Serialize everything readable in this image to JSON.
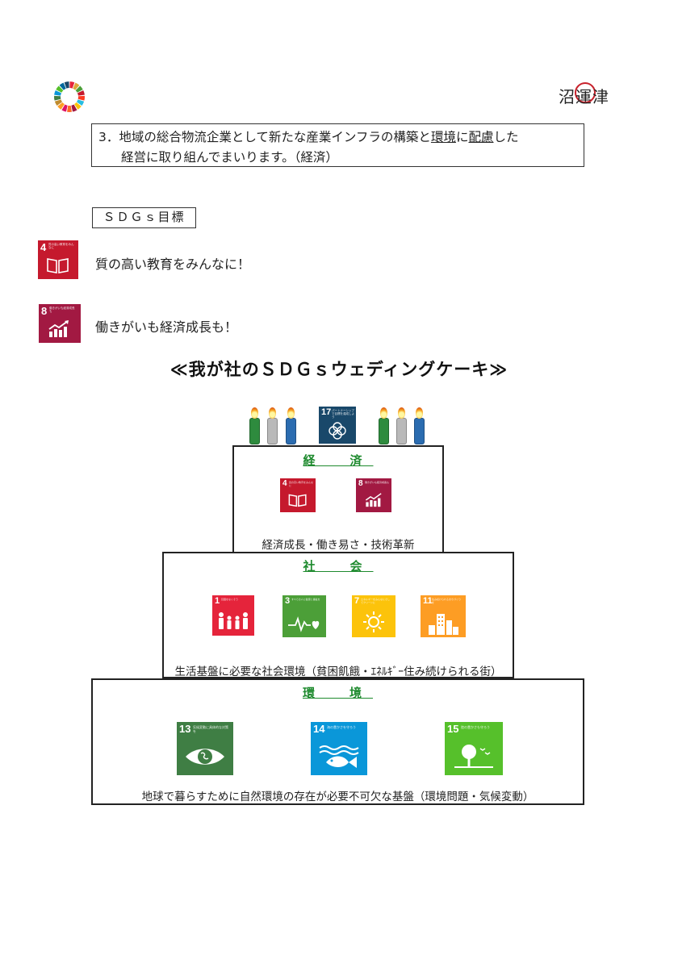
{
  "header": {
    "logo_text": "沼運津"
  },
  "policy": {
    "line1_prefix": "3．地域の総合物流企業として新たな産業インフラの構築と",
    "line1_ul1": "環境",
    "line1_mid": "に",
    "line1_ul2": "配慮",
    "line1_suffix": "した",
    "line2": "経営に取り組んでまいります。（経済）"
  },
  "sdgs_label": "ＳＤＧｓ目標",
  "goals": [
    {
      "number": "4",
      "caption": "質の高い教育をみんなに",
      "text": "質の高い教育をみんなに！",
      "color": "#c5192d",
      "icon": "book-icon"
    },
    {
      "number": "8",
      "caption": "働きがいも経済成長も",
      "text": "働きがいも経済成長も！",
      "color": "#a21942",
      "icon": "growth-chart-icon"
    }
  ],
  "cake": {
    "title": "≪我が社のＳＤＧｓウェディングケーキ≫",
    "top_goal": {
      "number": "17",
      "caption": "パートナーシップで目標を達成しよう",
      "color": "#19486a"
    },
    "tiers": [
      {
        "label": "経　済",
        "caption": "経済成長・働き易さ・技術革新",
        "goals": [
          {
            "number": "4",
            "caption": "質の高い教育をみんなに",
            "color": "#c5192d"
          },
          {
            "number": "8",
            "caption": "働きがいも経済成長も",
            "color": "#a21942"
          }
        ]
      },
      {
        "label": "社　会",
        "caption": "生活基盤に必要な社会環境（貧困飢餓・ｴﾈﾙｷﾞｰ住み続けられる街）",
        "goals": [
          {
            "number": "1",
            "caption": "貧困をなくそう",
            "color": "#e5243b"
          },
          {
            "number": "3",
            "caption": "すべての人に健康と福祉を",
            "color": "#4c9f38"
          },
          {
            "number": "7",
            "caption": "エネルギーをみんなにそしてクリーンに",
            "color": "#fcc30b"
          },
          {
            "number": "11",
            "caption": "住み続けられるまちづくりを",
            "color": "#fd9d24"
          }
        ]
      },
      {
        "label": "環　境",
        "caption": "地球で暮らすために自然環境の存在が必要不可欠な基盤（環境問題・気候変動）",
        "goals": [
          {
            "number": "13",
            "caption": "気候変動に具体的な対策を",
            "color": "#3f7e44"
          },
          {
            "number": "14",
            "caption": "海の豊かさを守ろう",
            "color": "#0a97d9"
          },
          {
            "number": "15",
            "caption": "陸の豊かさも守ろう",
            "color": "#56c02b"
          }
        ]
      }
    ],
    "candle_colors": [
      "#2e8b3e",
      "#b9b9b9",
      "#2b6cb0"
    ]
  }
}
